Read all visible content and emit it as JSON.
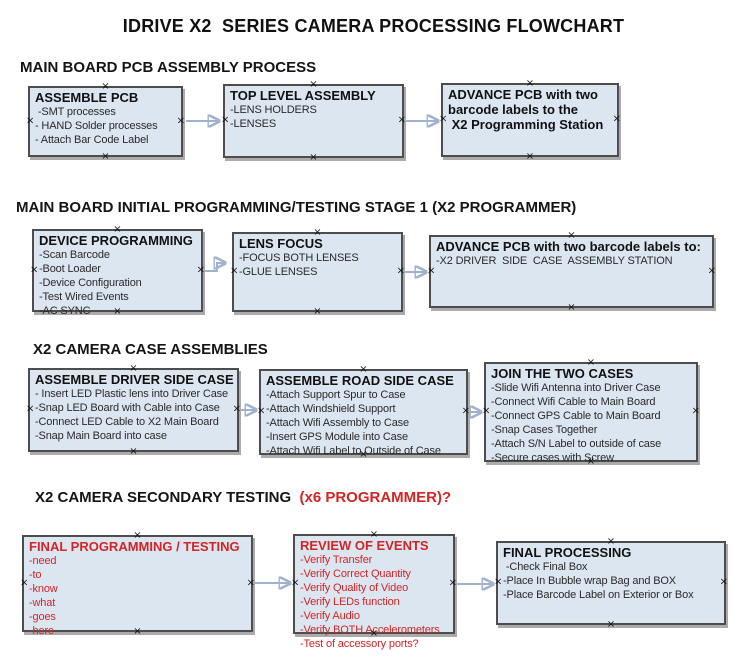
{
  "title": "IDRIVE X2  SERIES CAMERA PROCESSING FLOWCHART",
  "colors": {
    "box_fill": "#dce6f1",
    "box_border": "#4d4d4d",
    "red_accent": "#d32525",
    "arrow_line": "#9fb3d1",
    "arrow_head": "#2f5d9e"
  },
  "icons": {
    "connector_anchor": "×"
  },
  "sections": [
    {
      "heading": "MAIN BOARD PCB ASSEMBLY PROCESS",
      "heading_accent": "",
      "boxes": [
        {
          "title": "ASSEMBLE PCB",
          "items": [
            " -SMT processes",
            "- HAND Solder processes",
            "- Attach Bar Code Label"
          ]
        },
        {
          "title": "TOP LEVEL ASSEMBLY",
          "items": [
            "-LENS HOLDERS",
            "-LENSES"
          ]
        },
        {
          "title": "ADVANCE PCB with two barcode labels to the\n X2 Programming Station",
          "items": []
        }
      ]
    },
    {
      "heading": "MAIN BOARD INITIAL PROGRAMMING/TESTING STAGE 1 (X2 PROGRAMMER)",
      "heading_accent": "",
      "boxes": [
        {
          "title": "DEVICE PROGRAMMING",
          "items": [
            "-Scan Barcode",
            "-Boot Loader",
            "-Device Configuration",
            "-Test Wired Events",
            "-AC SYNC"
          ]
        },
        {
          "title": "LENS FOCUS",
          "items": [
            "-FOCUS BOTH LENSES",
            "-GLUE LENSES"
          ]
        },
        {
          "title": "ADVANCE PCB with two barcode labels to:",
          "items": [
            "-X2 DRIVER  SIDE  CASE  ASSEMBLY STATION"
          ]
        }
      ]
    },
    {
      "heading": "X2 CAMERA CASE ASSEMBLIES",
      "heading_accent": "",
      "boxes": [
        {
          "title": "ASSEMBLE DRIVER SIDE CASE",
          "items": [
            "- Insert LED Plastic lens into Driver Case",
            "-Snap LED Board with Cable into Case",
            "-Connect LED Cable to X2 Main Board",
            "-Snap Main Board into case"
          ]
        },
        {
          "title": "ASSEMBLE ROAD SIDE CASE",
          "items": [
            "-Attach Support Spur to Case",
            "-Attach Windshield Support",
            "-Attach Wifi Assembly to Case",
            "-Insert GPS Module into Case",
            "-Attach Wifi Label to Outside of Case"
          ]
        },
        {
          "title": "JOIN THE TWO CASES",
          "items": [
            "-Slide Wifi Antenna into Driver Case",
            "-Connect Wifi Cable to Main Board",
            "-Connect GPS Cable to Main Board",
            "-Snap Cases Together",
            "-Attach S/N Label to outside of case",
            "-Secure cases with Screw"
          ]
        }
      ]
    },
    {
      "heading": "X2 CAMERA SECONDARY TESTING  ",
      "heading_accent": "(x6 PROGRAMMER)?",
      "boxes": [
        {
          "title": "FINAL PROGRAMMING / TESTING",
          "items": [
            "-need",
            "-to",
            "-know",
            "-what",
            "-goes",
            "-here"
          ]
        },
        {
          "title": "REVIEW OF EVENTS",
          "items": [
            "-Verify Transfer",
            "-Verify Correct Quantity",
            "-Verify Quality of Video",
            "-Verify LEDs function",
            "-Verify Audio",
            "-Verify BOTH Accelerometers",
            "-Test of accessory ports?"
          ]
        },
        {
          "title": "FINAL PROCESSING",
          "items": [
            " -Check Final Box",
            "-Place In Bubble wrap Bag and BOX",
            "-Place Barcode Label on Exterior or Box"
          ]
        }
      ]
    }
  ]
}
